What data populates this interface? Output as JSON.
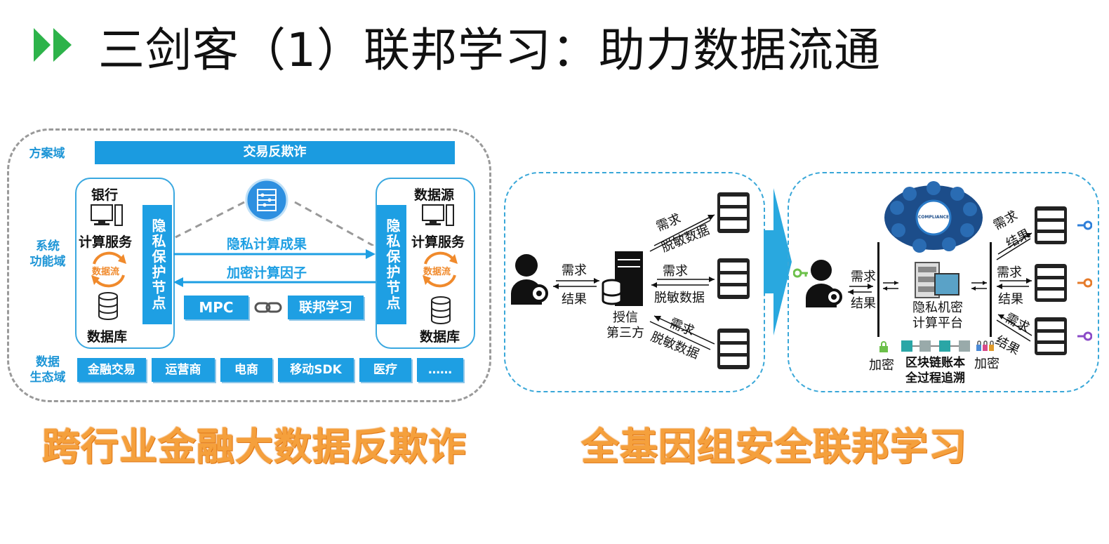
{
  "title": "三剑客（1）联邦学习：助力数据流通",
  "colors": {
    "accent_green": "#2db34a",
    "blue": "#1e9fe3",
    "orange": "#f5a03c"
  },
  "left": {
    "domain_scheme": "方案域",
    "domain_system": "系统\n功能域",
    "domain_eco": "数据\n生态域",
    "banner": "交易反欺诈",
    "bank": {
      "title": "银行",
      "compute": "计算服务",
      "flow": "数据流",
      "db": "数据库"
    },
    "source": {
      "title": "数据源",
      "compute": "计算服务",
      "flow": "数据流",
      "db": "数据库"
    },
    "node_left": "隐私保护节点",
    "node_right": "隐私保护节点",
    "arrow_result": "隐私计算成果",
    "arrow_factor": "加密计算因子",
    "mpc": "MPC",
    "fl": "联邦学习",
    "eco_items": [
      "金融交易",
      "运营商",
      "电商",
      "移动SDK",
      "医疗",
      "……"
    ],
    "caption": "跨行业金融大数据反欺诈"
  },
  "middle": {
    "req": "需求",
    "res": "结果",
    "center": "授信\n第三方",
    "pairs": [
      {
        "req": "需求",
        "res": "脱敏数据"
      },
      {
        "req": "需求",
        "res": "脱敏数据"
      },
      {
        "req": "需求",
        "res": "脱敏数据"
      }
    ]
  },
  "right": {
    "req": "需求",
    "res": "结果",
    "platform": "隐私机密\n计算平台",
    "compliance": "COMPLIANCE",
    "enc_left": "加密",
    "enc_right": "加密",
    "chain": "区块链账本\n全过程追溯",
    "pairs": [
      {
        "req": "需求",
        "res": "结果"
      },
      {
        "req": "需求",
        "res": "结果"
      },
      {
        "req": "需求",
        "res": "结果"
      }
    ],
    "caption": "全基因组安全联邦学习"
  }
}
